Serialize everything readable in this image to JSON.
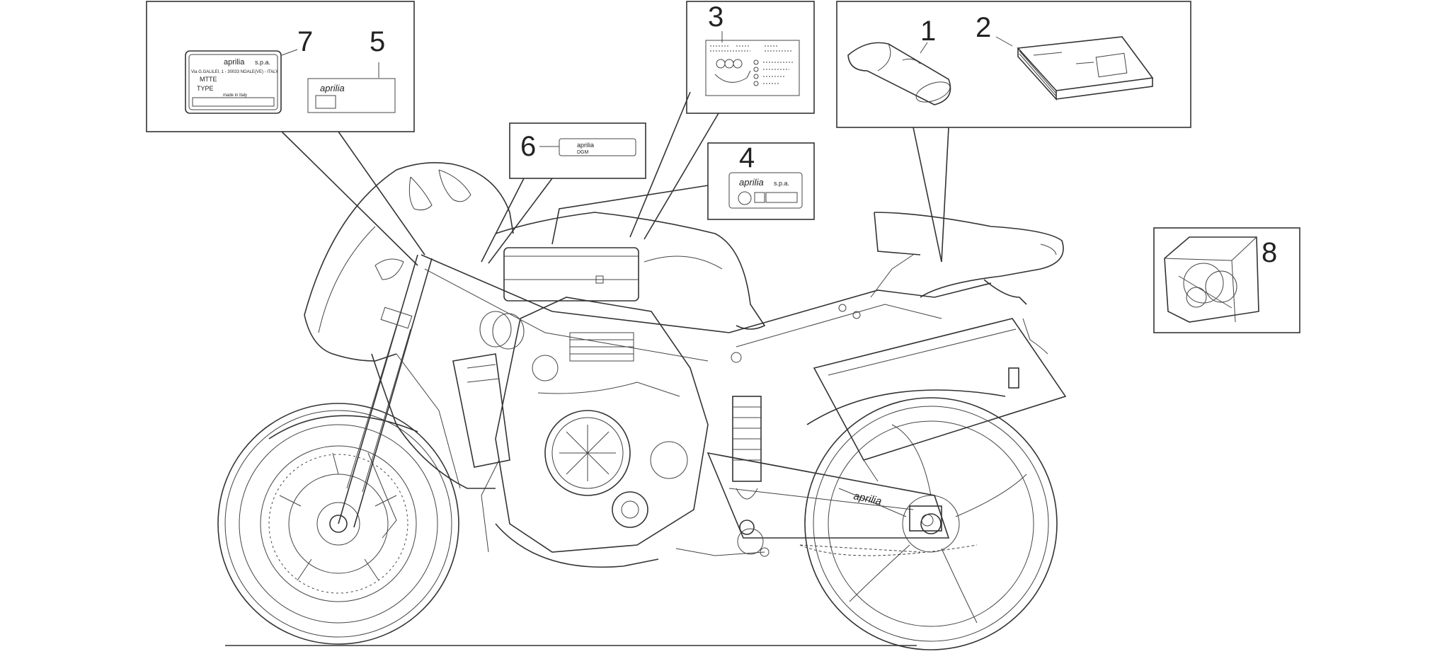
{
  "diagram": {
    "callouts": [
      {
        "id": "7",
        "label": "7"
      },
      {
        "id": "5",
        "label": "5"
      },
      {
        "id": "6",
        "label": "6"
      },
      {
        "id": "3",
        "label": "3"
      },
      {
        "id": "4",
        "label": "4"
      },
      {
        "id": "1",
        "label": "1"
      },
      {
        "id": "2",
        "label": "2"
      },
      {
        "id": "8",
        "label": "8"
      }
    ],
    "plate_7": {
      "brand": "aprilia",
      "suffix": "s.p.a.",
      "address": "Via G.GALILEI, 1 - 30033 NOALE(VE) - ITALY",
      "line1": "MTTE",
      "line2": "TYPE",
      "footer": "made in Italy"
    },
    "plate_5": {
      "brand": "aprilia"
    },
    "plate_6": {
      "brand": "aprilia",
      "sub": "DGM"
    },
    "plate_4": {
      "brand": "aprilia",
      "suffix": "s.p.a."
    },
    "colors": {
      "line": "#333333",
      "background": "#ffffff"
    }
  }
}
